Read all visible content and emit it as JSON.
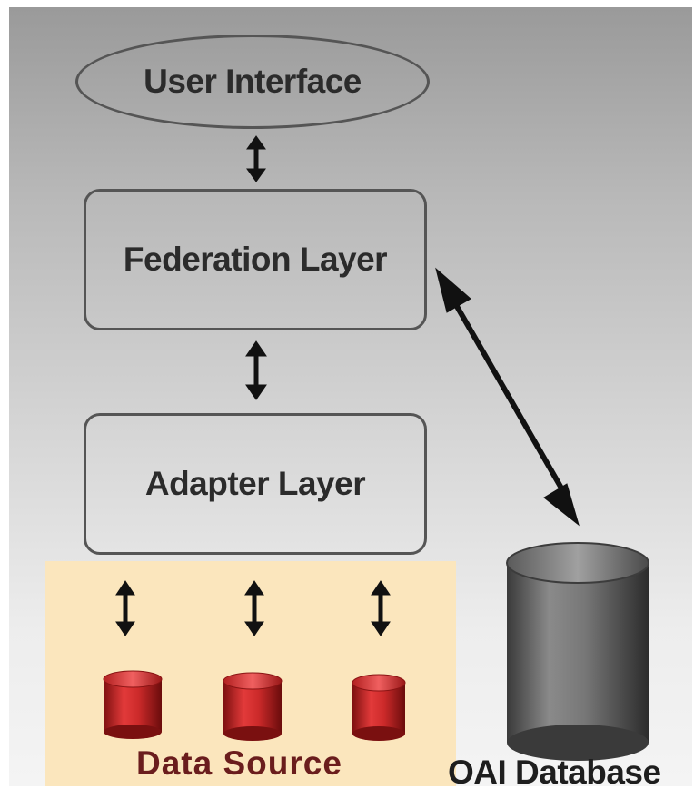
{
  "nodes": {
    "user_interface": "User Interface",
    "federation_layer": "Federation Layer",
    "adapter_layer": "Adapter Layer"
  },
  "labels": {
    "data_source": "Data Source",
    "oai_database": "OAI Database"
  },
  "colors": {
    "source_cylinder": "#cc2a2a",
    "oai_cylinder": "#6a6a6a",
    "panel": "#fbe6bd",
    "arrow": "#111111"
  },
  "icons": [
    "double-arrow-icon",
    "database-cylinder-icon"
  ]
}
